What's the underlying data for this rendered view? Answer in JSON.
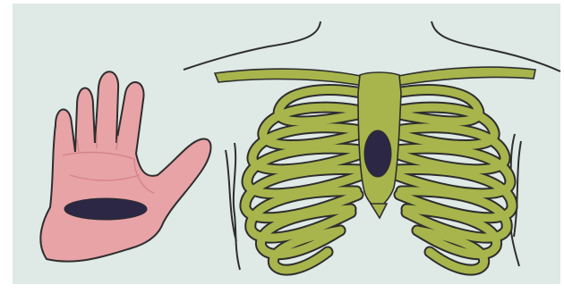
{
  "figure": {
    "subject": "hand-and-ribcage-cpr-placement",
    "colors": {
      "background": "#dfe9e6",
      "frame": "#ffffff",
      "bone": "#a7b54c",
      "bone_light": "#c3cc78",
      "outline": "#2e2e2e",
      "skin": "#e8a3a6",
      "skin_shadow": "#d5848a",
      "marker": "#2c2745",
      "chest_gap": "#ffffff"
    },
    "icons": [
      "hand-icon",
      "ribcage-icon",
      "sternum-icon",
      "palm-heel-marker",
      "sternum-target-marker"
    ]
  }
}
